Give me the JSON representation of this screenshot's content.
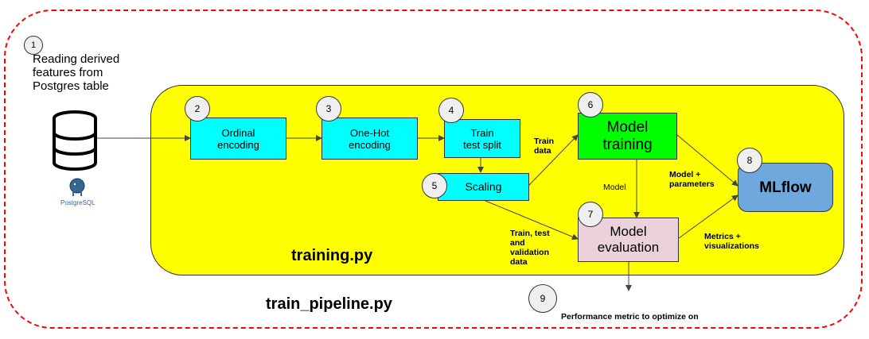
{
  "intro_text": "Reading derived\nfeatures from\nPostgres table",
  "postgres_logo_text": "PostgreSQL",
  "steps": {
    "s1": "1",
    "s2": "2",
    "s3": "3",
    "s4": "4",
    "s5": "5",
    "s6": "6",
    "s7": "7",
    "s8": "8",
    "s9": "9"
  },
  "boxes": {
    "ordinal": "Ordinal\nencoding",
    "onehot": "One-Hot\nencoding",
    "split": "Train\ntest split",
    "scaling": "Scaling",
    "training": "Model\ntraining",
    "evaluation": "Model\nevaluation",
    "mlflow": "MLflow"
  },
  "edge_labels": {
    "train_data": "Train\ndata",
    "model": "Model",
    "model_params": "Model +\nparameters",
    "train_test_val": "Train, test\nand\nvalidation\ndata",
    "metrics": "Metrics +\nvisualizations",
    "perf_metric": "Performance metric to optimize on"
  },
  "files": {
    "training": "training.py",
    "pipeline": "train_pipeline.py"
  },
  "colors": {
    "outer_border": "#ff0000",
    "yellow_area": "#ffff00",
    "cyan_box": "#00ffff",
    "green_box": "#00ff00",
    "pink_box": "#ead1dc",
    "mlflow_box": "#6fa8dc"
  }
}
